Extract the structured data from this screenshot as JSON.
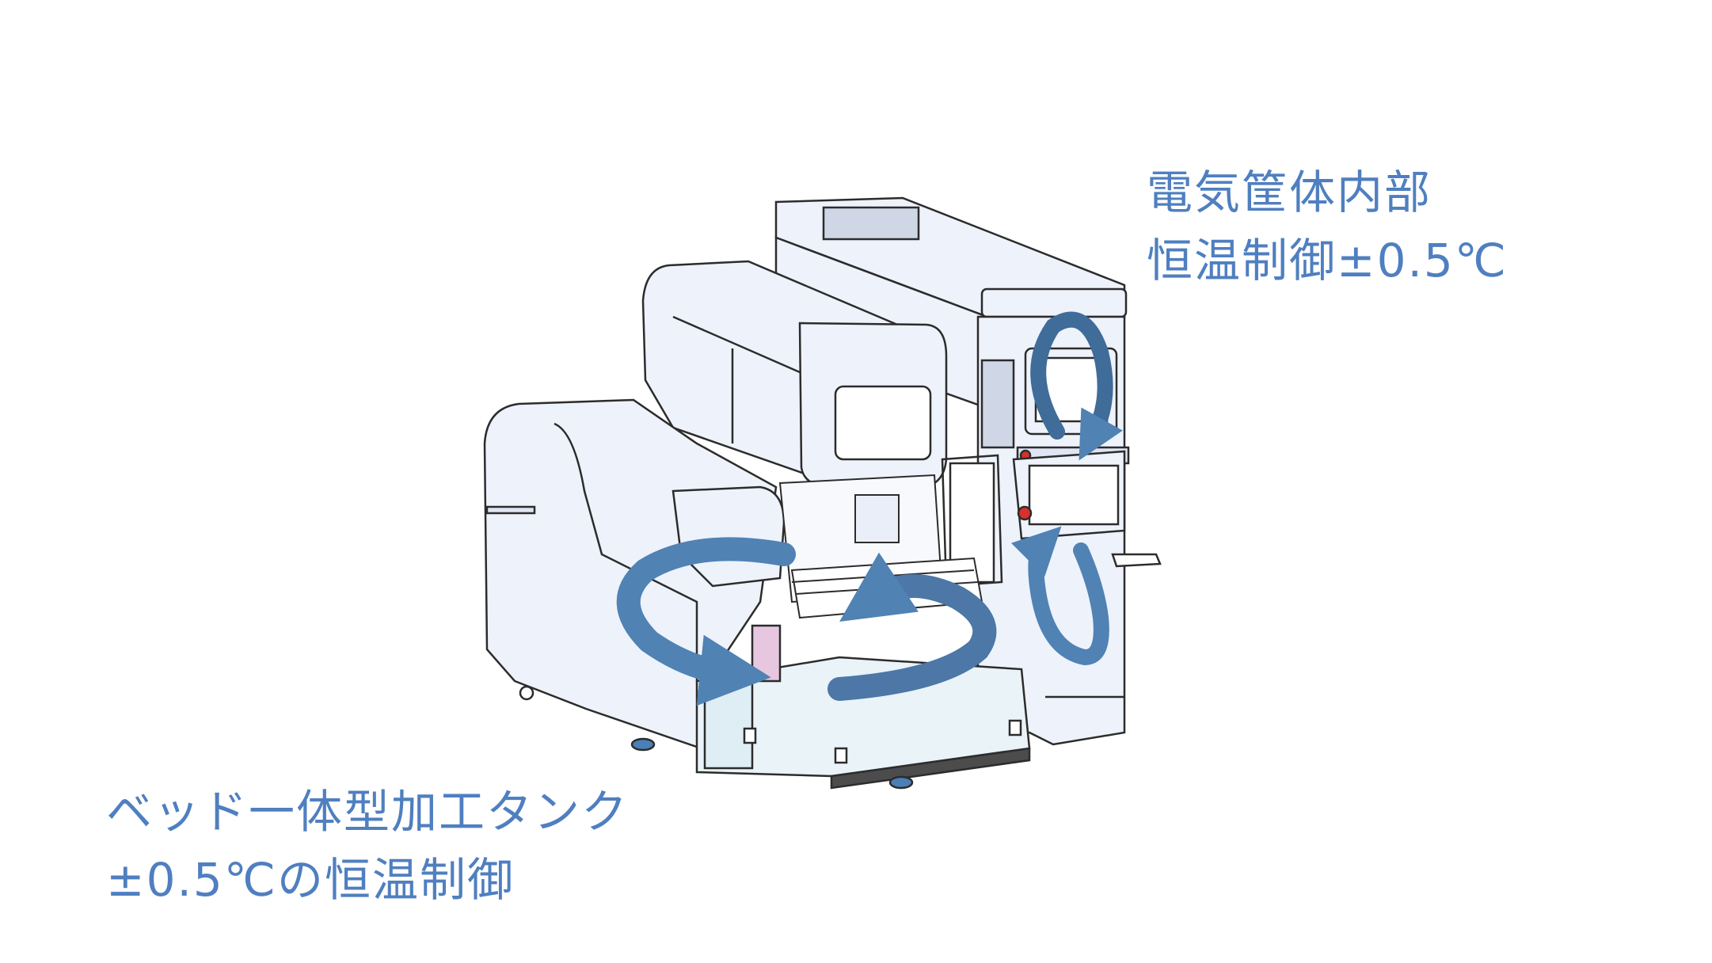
{
  "labels": {
    "electrical_cabinet": {
      "line1": "電気筐体内部",
      "line2": "恒温制御±0.5℃"
    },
    "processing_tank": {
      "line1": "ベッド一体型加工タンク",
      "line2": "±0.5℃の恒温制御"
    }
  },
  "colors": {
    "label_text": "#4f7fc0",
    "arrow_fill": "#5082b4",
    "arrow_dark": "#3f6c99",
    "machine_fill": "#eef2fb",
    "machine_line": "#2c2c2c"
  },
  "icons": {
    "cabinet_arrow": "circular-arrow-icon",
    "tank_arrow": "circular-arrow-icon"
  }
}
